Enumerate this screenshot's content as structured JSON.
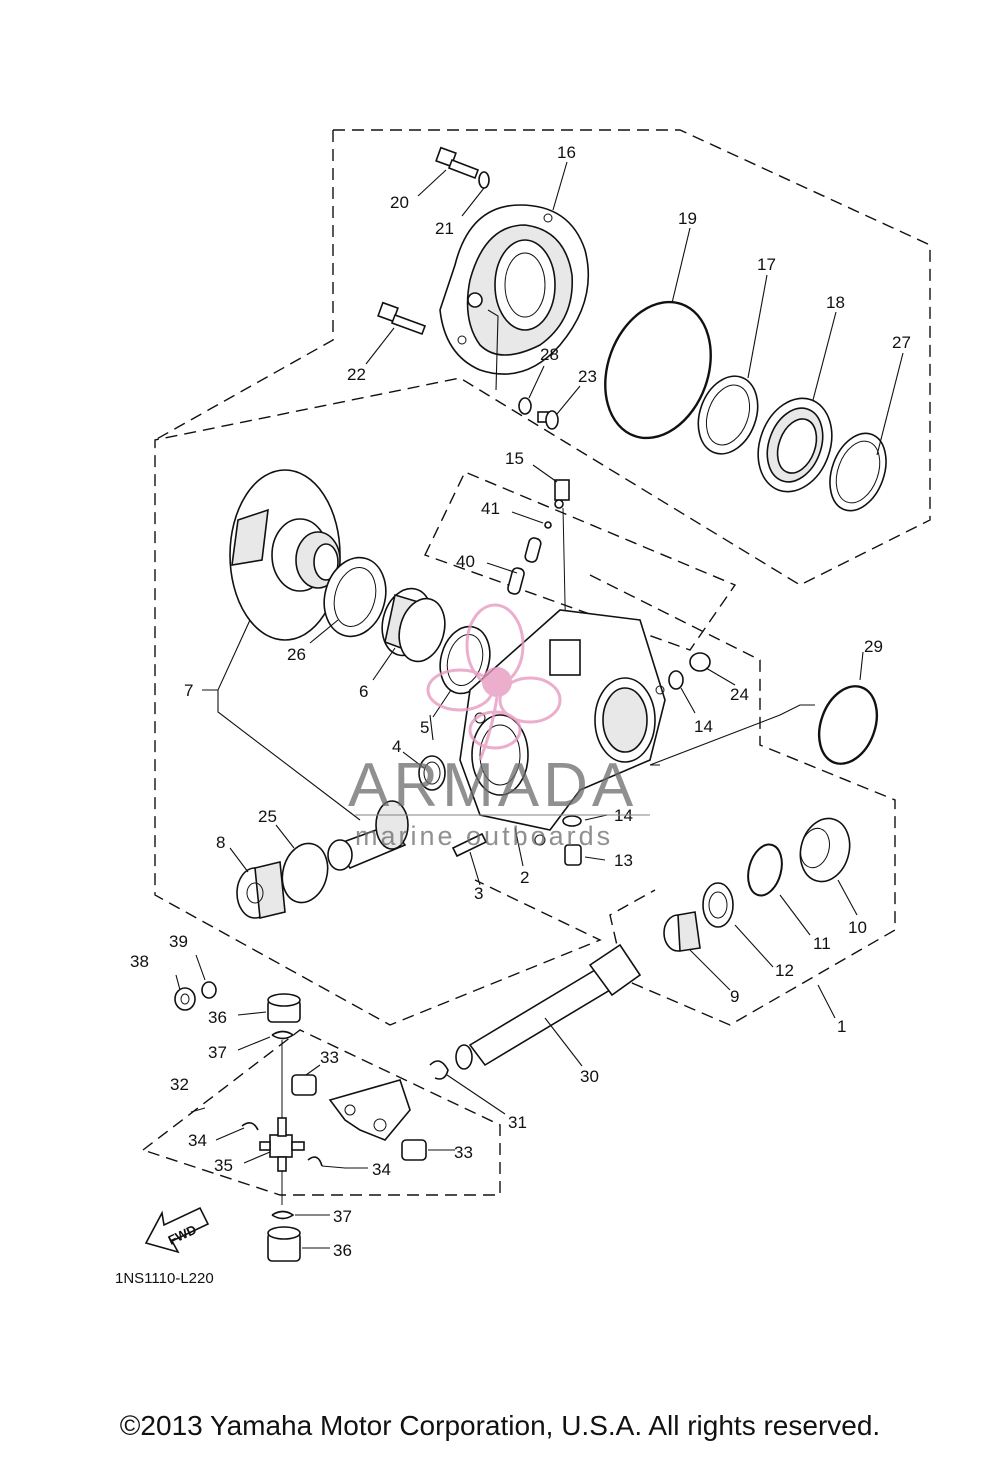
{
  "diagram_code": "1NS1110-L220",
  "copyright": "©2013 Yamaha Motor Corporation, U.S.A. All rights reserved.",
  "watermark": {
    "brand": "ARMADA",
    "tagline": "marine outboards",
    "logo_color": "#e79ac0"
  },
  "fwd_label": "FWD",
  "callouts": {
    "c1": "1",
    "c2": "2",
    "c3": "3",
    "c4": "4",
    "c5": "5",
    "c6": "6",
    "c7": "7",
    "c8": "8",
    "c9": "9",
    "c10": "10",
    "c11": "11",
    "c12": "12",
    "c13": "13",
    "c14a": "14",
    "c14b": "14",
    "c15": "15",
    "c16": "16",
    "c17": "17",
    "c18": "18",
    "c19": "19",
    "c20": "20",
    "c21": "21",
    "c22": "22",
    "c23": "23",
    "c24": "24",
    "c25": "25",
    "c26": "26",
    "c27": "27",
    "c28": "28",
    "c29": "29",
    "c30": "30",
    "c31": "31",
    "c32": "32",
    "c33a": "33",
    "c33b": "33",
    "c34a": "34",
    "c34b": "34",
    "c35": "35",
    "c36a": "36",
    "c36b": "36",
    "c37a": "37",
    "c37b": "37",
    "c38": "38",
    "c39": "39",
    "c40": "40",
    "c41": "41"
  }
}
